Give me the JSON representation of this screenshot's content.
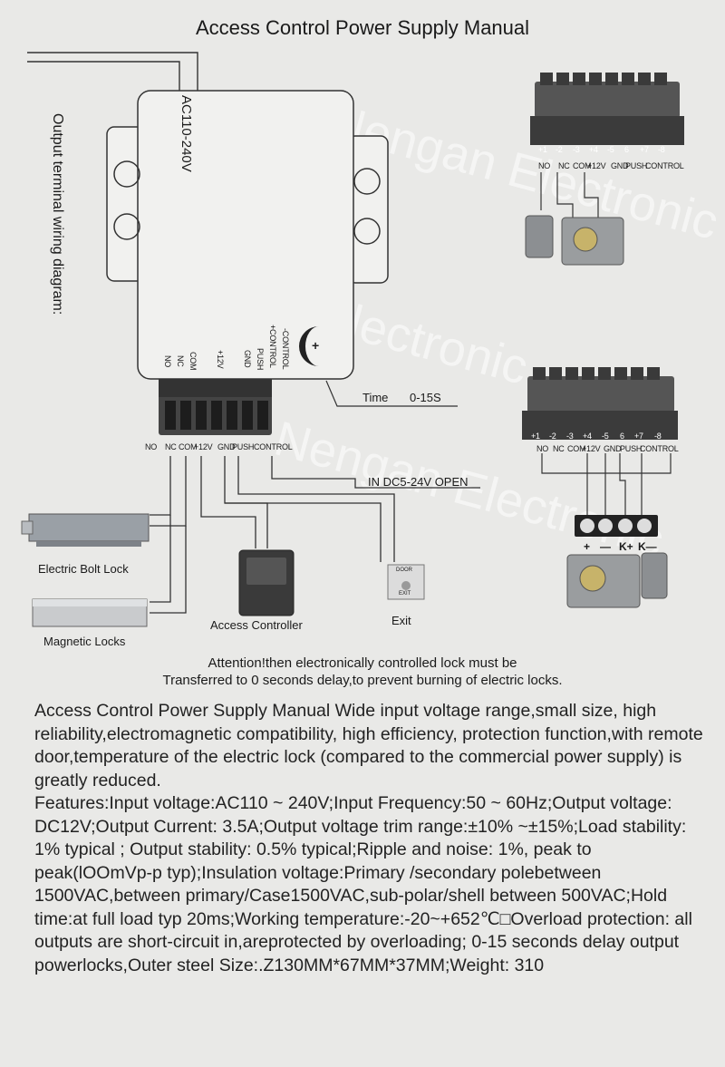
{
  "title": "Access Control Power Supply Manual",
  "diagram": {
    "input_label": "AC110-240V",
    "side_label": "Output terminal wiring diagram:",
    "unit_terminals": [
      "-CONTROL",
      "+CONTROL",
      "PUSH",
      "GND",
      "+12V",
      "COM",
      "NC",
      "NO"
    ],
    "block_labels": [
      "NO",
      "NC",
      "COM",
      "+12V",
      "GND",
      "PUSH",
      "CONTROL"
    ],
    "time_label": "Time",
    "time_value": "0-15S",
    "in_label": "IN DC5-24V OPEN",
    "devices": {
      "bolt": "Electric Bolt Lock",
      "magnetic": "Magnetic Locks",
      "controller": "Access Controller",
      "exit": "Exit",
      "exit_plate_top": "DOOR",
      "exit_plate_bottom": "EXIT"
    },
    "terminal_numbers": [
      "+1",
      "-2",
      "-3",
      "+4",
      "-5",
      "6",
      "+7",
      "-8"
    ],
    "terminal_names": [
      "NO",
      "NC",
      "COM",
      "+12V",
      "GND",
      "PUSH",
      "CONTROL"
    ],
    "keypad_labels": [
      "+",
      "—",
      "K+",
      "K—"
    ],
    "watermark": "Nengan Electronic"
  },
  "attention": [
    "Attention!then electronically controlled lock must be",
    "Transferred to 0 seconds delay,to prevent burning of electric locks."
  ],
  "manual": [
    "Access Control Power Supply Manual Wide input voltage range,small size, high reliability,electromagnetic compatibility, high efficiency, protection function,with remote door,temperature of the electric lock (compared to the commercial power supply) is greatly reduced.",
    "Features:Input voltage:AC110 ~ 240V;Input Frequency:50 ~ 60Hz;Output voltage: DC12V;Output Current: 3.5A;Output voltage trim range:±10% ~±15%;Load stability: 1% typical ; Output stability: 0.5% typical;Ripple and noise: 1%, peak to peak(lOOmVp-p typ);Insulation voltage:Primary /secondary polebetween 1500VAC,between primary/Case1500VAC,sub-polar/shell between 500VAC;Hold time:at full load typ 20ms;Working temperature:-20~+652℃□Overload protection: all outputs are short-circuit in,areprotected by overloading; 0-15 seconds delay output powerlocks,Outer steel Size:.Z130MM*67MM*37MM;Weight: 310"
  ]
}
